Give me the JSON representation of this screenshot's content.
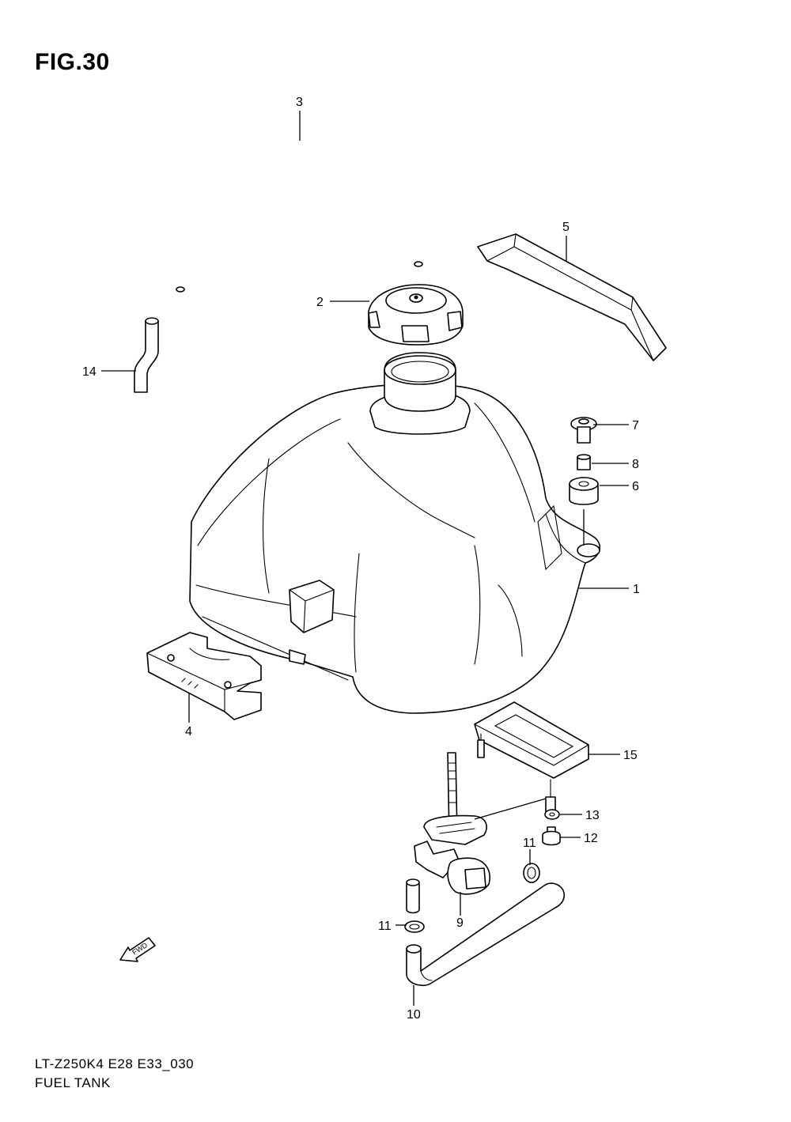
{
  "figure": {
    "title": "FIG.30",
    "model_code": "LT-Z250K4 E28 E33_030",
    "caption": "FUEL TANK"
  },
  "fwd_arrow_label": "FWD",
  "callouts": [
    {
      "id": "c1",
      "label": "1"
    },
    {
      "id": "c2",
      "label": "2"
    },
    {
      "id": "c3",
      "label": "3"
    },
    {
      "id": "c4",
      "label": "4"
    },
    {
      "id": "c5",
      "label": "5"
    },
    {
      "id": "c6",
      "label": "6"
    },
    {
      "id": "c7",
      "label": "7"
    },
    {
      "id": "c8",
      "label": "8"
    },
    {
      "id": "c9",
      "label": "9"
    },
    {
      "id": "c10",
      "label": "10"
    },
    {
      "id": "c11a",
      "label": "11"
    },
    {
      "id": "c11b",
      "label": "11"
    },
    {
      "id": "c12",
      "label": "12"
    },
    {
      "id": "c13",
      "label": "13"
    },
    {
      "id": "c14",
      "label": "14"
    },
    {
      "id": "c15",
      "label": "15"
    }
  ]
}
